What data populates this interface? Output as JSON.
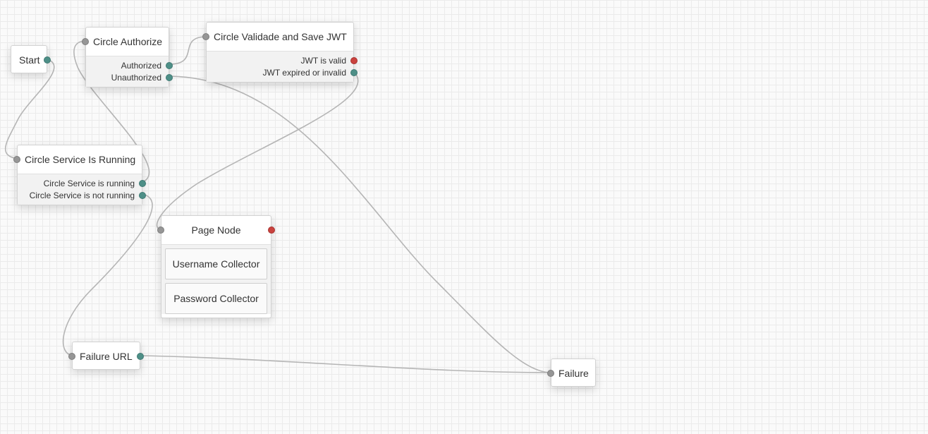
{
  "canvas": {
    "colors": {
      "grid_background": "#fafafa",
      "link_stroke": "#b5b5b5",
      "input_port": "#969696",
      "success_port": "#4e8f87",
      "error_port": "#c9423e"
    }
  },
  "nodes": {
    "start": {
      "title": "Start"
    },
    "circle_authorize": {
      "title": "Circle Authorize",
      "outcomes": [
        "Authorized",
        "Unauthorized"
      ]
    },
    "circle_validate": {
      "title": "Circle Validade and Save JWT",
      "outcomes": [
        "JWT is valid",
        "JWT expired or invalid"
      ]
    },
    "circle_service": {
      "title": "Circle Service Is Running",
      "outcomes": [
        "Circle Service is running",
        "Circle Service is not running"
      ]
    },
    "page_node": {
      "title": "Page Node",
      "collectors": [
        "Username Collector",
        "Password Collector"
      ]
    },
    "failure_url": {
      "title": "Failure URL"
    },
    "failure": {
      "title": "Failure"
    }
  }
}
